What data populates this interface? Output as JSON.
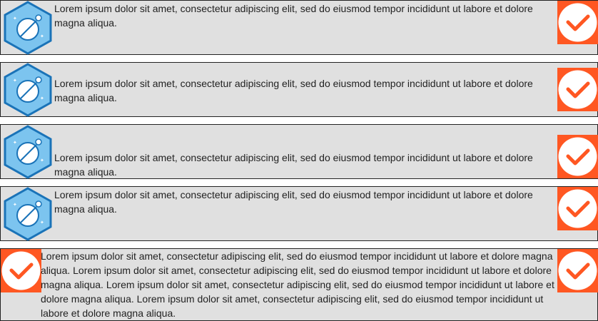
{
  "colors": {
    "row_background": "#e0e0e0",
    "row_border": "#222222",
    "hex_fill": "#7cc4ef",
    "hex_stroke": "#1a73b8",
    "check_background": "#ff5722",
    "check_mark": "#ff5722"
  },
  "icons": {
    "row_icon": "planet-hexagon-icon",
    "status_icon": "check-circle-icon"
  },
  "rows": [
    {
      "text": "Lorem ipsum dolor sit amet, consectetur adipiscing elit, sed do eiusmod tempor incididunt ut labore et dolore magna aliqua."
    },
    {
      "text": "Lorem ipsum dolor sit amet, consectetur adipiscing elit, sed do eiusmod tempor incididunt ut labore et dolore magna aliqua."
    },
    {
      "text": "Lorem ipsum dolor sit amet, consectetur adipiscing elit, sed do eiusmod tempor incididunt ut labore et dolore magna aliqua."
    },
    {
      "text": "Lorem ipsum dolor sit amet, consectetur adipiscing elit, sed do eiusmod tempor incididunt ut labore et dolore magna aliqua."
    },
    {
      "text": "Lorem ipsum dolor sit amet, consectetur adipiscing elit, sed do eiusmod tempor incididunt ut labore et dolore magna aliqua. Lorem ipsum dolor sit amet, consectetur adipiscing elit, sed do eiusmod tempor incididunt ut labore et dolore magna aliqua. Lorem ipsum dolor sit amet, consectetur adipiscing elit, sed do eiusmod tempor incididunt ut labore et dolore magna aliqua. Lorem ipsum dolor sit amet, consectetur adipiscing elit, sed do eiusmod tempor incididunt ut labore et dolore magna aliqua."
    }
  ]
}
